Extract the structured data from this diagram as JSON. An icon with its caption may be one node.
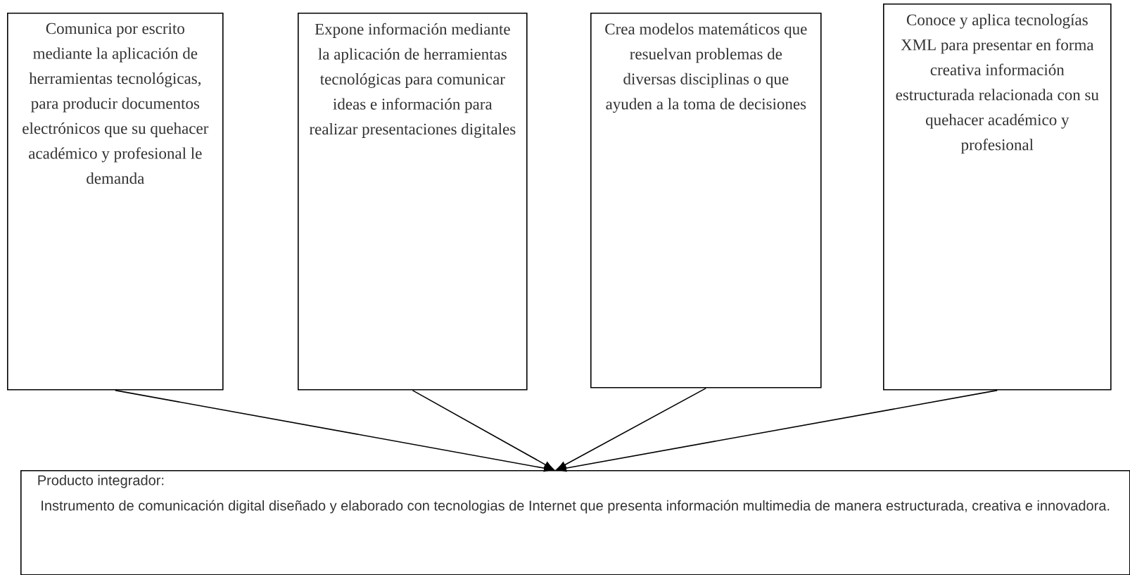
{
  "diagram": {
    "nodes": [
      {
        "text": [
          "Comunica por escrito mediante la aplicación de herramientas tecnológicas, para producir documentos electrónicos que su quehacer académico y profesional le demanda"
        ]
      },
      {
        "text": [
          "Expone información mediante la aplicación de herramientas tecnológicas para comunicar ideas e información para realizar presentaciones digitales"
        ]
      },
      {
        "text": [
          "Crea modelos matemáticos que resuelvan problemas de diversas disciplinas o que ayuden a la toma de decisiones"
        ]
      },
      {
        "text": [
          "Conoce y aplica tecnologías XML para presentar en forma creativa información estructurada relacionada con su quehacer académico y profesional"
        ]
      },
      {
        "text": [
          "Producto integrador:",
          "Instrumento de comunicación digital diseñado y elaborado con tecnologias de Internet que presenta información multimedia de manera estructurada, creativa e innovadora."
        ]
      }
    ],
    "edges": [
      {
        "from": 0,
        "to": 4,
        "arrow": "to"
      },
      {
        "from": 1,
        "to": 4,
        "arrow": "to"
      },
      {
        "from": 2,
        "to": 4,
        "arrow": "to"
      },
      {
        "from": 3,
        "to": 4,
        "arrow": "to"
      }
    ]
  }
}
